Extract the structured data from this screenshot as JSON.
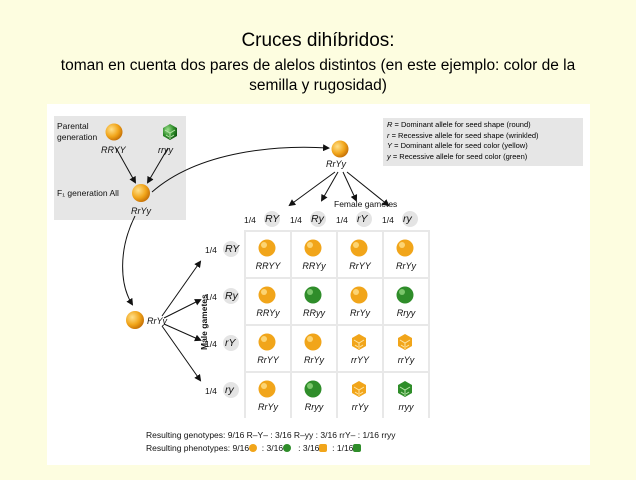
{
  "slide": {
    "title": "Cruces dihíbridos:",
    "subtitle": "toman en cuenta dos pares de alelos distintos (en este ejemplo: color de la semilla y rugosidad)"
  },
  "parental": {
    "label_line1": "Parental",
    "label_line2": "generation",
    "parent1": "RRYY",
    "parent2": "rryy",
    "f1_label": "F₁ generation  All",
    "f1_genotype": "RrYy"
  },
  "female_parent": "RrYy",
  "male_parent": "RrYy",
  "legend": [
    {
      "sym": "R",
      "text": " = Dominant allele for seed shape (round)"
    },
    {
      "sym": "r",
      "text": " = Recessive allele for seed shape (wrinkled)"
    },
    {
      "sym": "Y",
      "text": " = Dominant allele for seed color (yellow)"
    },
    {
      "sym": "y",
      "text": " = Recessive allele for seed color (green)"
    }
  ],
  "female_gametes_label": "Female gametes",
  "male_gametes_label": "Male gametes",
  "female_gametes": [
    {
      "frac": "1/4",
      "g": "RY"
    },
    {
      "frac": "1/4",
      "g": "Ry"
    },
    {
      "frac": "1/4",
      "g": "rY"
    },
    {
      "frac": "1/4",
      "g": "ry"
    }
  ],
  "male_gametes": [
    {
      "frac": "1/4",
      "g": "RY"
    },
    {
      "frac": "1/4",
      "g": "Ry"
    },
    {
      "frac": "1/4",
      "g": "rY"
    },
    {
      "frac": "1/4",
      "g": "ry"
    }
  ],
  "punnett": [
    [
      "RRYY",
      "RRYy",
      "RrYY",
      "RrYy"
    ],
    [
      "RRYy",
      "RRyy",
      "RrYy",
      "Rryy"
    ],
    [
      "RrYY",
      "RrYy",
      "rrYY",
      "rrYy"
    ],
    [
      "RrYy",
      "Rryy",
      "rrYy",
      "rryy"
    ]
  ],
  "colors": {
    "yellow": "#f1a51a",
    "green": "#2f8d2a",
    "shape_wrinkled_yellow": "#f1a51a",
    "shape_wrinkled_green": "#2f8d2a"
  },
  "footer": {
    "genotypes_label": "Resulting genotypes:",
    "genotypes": [
      "9/16 R–Y–",
      "3/16 R–yy",
      "3/16 rrY–",
      "1/16 rryy"
    ],
    "phenotypes_label": "Resulting phenotypes:",
    "phenotypes": [
      "9/16",
      "3/16",
      "3/16",
      "1/16"
    ]
  }
}
